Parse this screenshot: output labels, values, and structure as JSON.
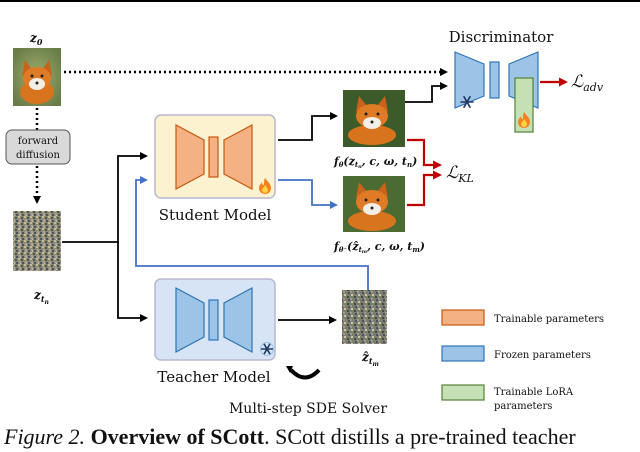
{
  "labels": {
    "z0": "z",
    "z0_sub": "0",
    "forward_diffusion_line1": "forward",
    "forward_diffusion_line2": "diffusion",
    "zt": "z",
    "zt_sub": "t",
    "zt_subsub": "n",
    "student_model": "Student Model",
    "teacher_model": "Teacher Model",
    "discriminator": "Discriminator",
    "multistep_solver": "Multi-step SDE Solver",
    "loss_adv": "ℒ",
    "loss_adv_sub": "adv",
    "loss_kl": "ℒ",
    "loss_kl_sub": "KL",
    "f_theta": "f",
    "f_theta_sub": "θ",
    "f_theta_args": "(z",
    "f_theta_args_sub": "t",
    "f_theta_args_subsub": "n",
    "f_theta_args_rest": ", c, ω, t",
    "f_theta_args_end_sub": "n",
    "f_theta_close": ")",
    "f_theta_minus": "f",
    "f_theta_minus_sub": "θ⁻",
    "f_theta_minus_args": "(ẑ",
    "f_theta_minus_args_sub": "t",
    "f_theta_minus_args_subsub": "m",
    "f_theta_minus_rest": ", c, ω, t",
    "f_theta_minus_end_sub": "m",
    "f_theta_minus_close": ")",
    "zhat": "ẑ",
    "zhat_sub": "t",
    "zhat_subsub": "m"
  },
  "legend": [
    {
      "label": "Trainable parameters",
      "color": "#f4b183",
      "border": "#c55a11"
    },
    {
      "label": "Frozen parameters",
      "color": "#9dc3e6",
      "border": "#2e75b6"
    },
    {
      "label_line1": "Trainable LoRA",
      "label_line2": "parameters",
      "color": "#c5e0b4",
      "border": "#548235"
    }
  ],
  "icons": {
    "trainable": "fire-icon",
    "frozen": "snowflake-icon"
  },
  "colors": {
    "student_bg": "#fdf2d0",
    "teacher_bg": "#d6e4f5",
    "trainable_block": "#f4b183",
    "frozen_block": "#9dc3e6",
    "lora_block": "#c5e0b4",
    "arrow_red": "#c00000",
    "arrow_blue": "#4472c4",
    "arrow_black": "#000000"
  },
  "caption": {
    "figure": "Figure 2.",
    "title": "Overview of SCott",
    "text": ". SCott distills a pre-trained teacher"
  }
}
